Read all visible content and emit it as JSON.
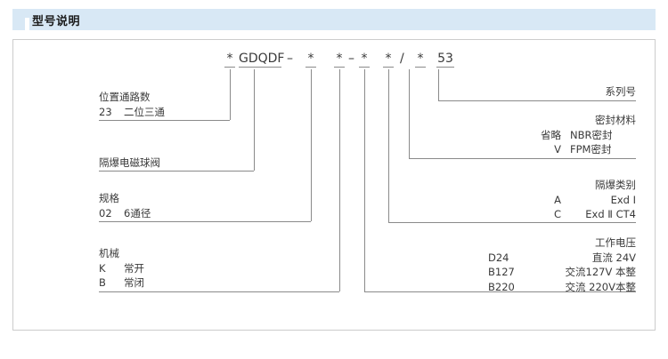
{
  "header": {
    "title": "型号说明"
  },
  "model_code": {
    "segments": [
      {
        "text": "*",
        "underline": true
      },
      {
        "text": "GDQDF",
        "underline": true
      },
      {
        "text": "–",
        "underline": false
      },
      {
        "text": "*",
        "underline": true
      },
      {
        "text": "*",
        "underline": true
      },
      {
        "text": "–",
        "underline": false
      },
      {
        "text": "*",
        "underline": true
      },
      {
        "text": "*",
        "underline": true
      },
      {
        "text": "/",
        "underline": false
      },
      {
        "text": "*",
        "underline": true
      },
      {
        "text": "53",
        "underline": true
      }
    ]
  },
  "left_labels": [
    {
      "title": "位置通路数",
      "rows": [
        {
          "code": "23",
          "desc": "二位三通"
        }
      ]
    },
    {
      "title": "隔爆电磁球阀",
      "rows": []
    },
    {
      "title": "规格",
      "rows": [
        {
          "code": "02",
          "desc": "6通径"
        }
      ]
    },
    {
      "title": "机械",
      "rows": [
        {
          "code": "K",
          "desc": "常开"
        },
        {
          "code": "B",
          "desc": "常闭"
        }
      ]
    }
  ],
  "right_labels": [
    {
      "title": "系列号",
      "rows": []
    },
    {
      "title": "密封材料",
      "rows": [
        {
          "code": "省略",
          "desc": "NBR密封"
        },
        {
          "code": "V",
          "desc": "FPM密封"
        }
      ]
    },
    {
      "title": "隔爆类别",
      "rows": [
        {
          "code": "A",
          "desc": "Exd Ⅰ"
        },
        {
          "code": "C",
          "desc": "Exd Ⅱ CT4"
        }
      ]
    },
    {
      "title": "工作电压",
      "rows": [
        {
          "code": "D24",
          "desc": "直流 24V"
        },
        {
          "code": "B127",
          "desc": "交流127V 本整"
        },
        {
          "code": "B220",
          "desc": "交流 220V本整"
        }
      ]
    }
  ],
  "colors": {
    "header_bg": "#d8e8f5",
    "line": "#8a8a8a",
    "box_border": "#cccccc",
    "text": "#3a3a3a"
  }
}
